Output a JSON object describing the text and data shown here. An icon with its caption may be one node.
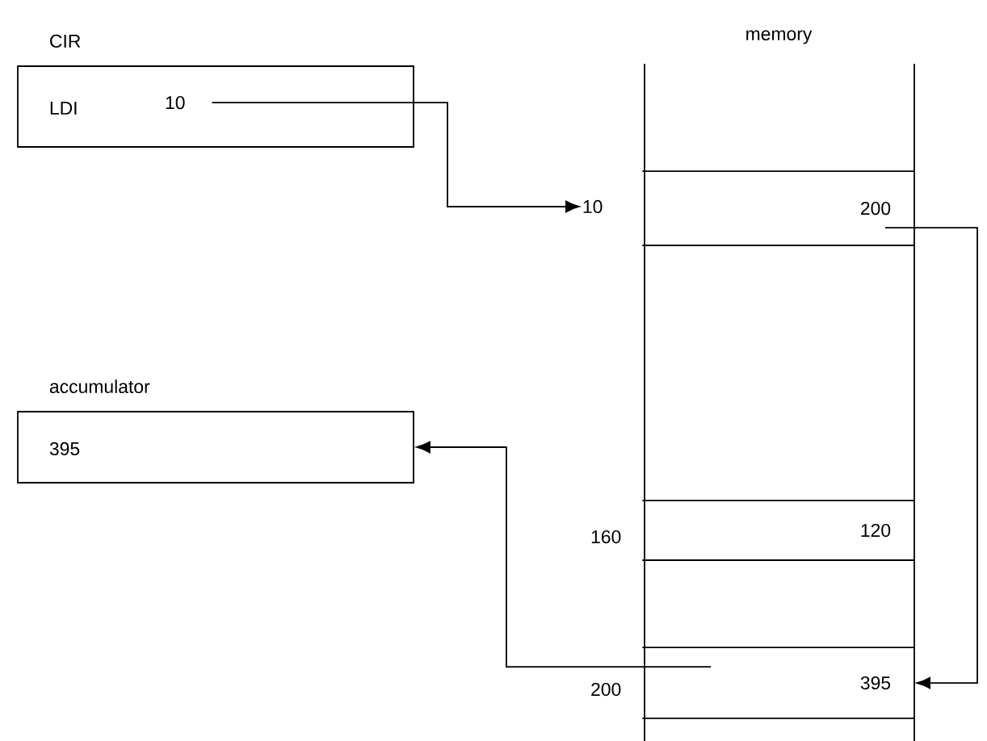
{
  "diagram": {
    "nodes": [
      {
        "text": [
          "CIR",
          "LDI"
        ]
      },
      {
        "text": [
          "10"
        ],
        "in": 0
      },
      {
        "text": [
          "10"
        ]
      },
      {
        "text": [
          "memory"
        ]
      },
      {
        "text": [
          "200"
        ],
        "in": 3
      },
      {
        "text": [
          "120"
        ],
        "in": 3,
        "beside": [
          "160"
        ]
      },
      {
        "text": [
          "395"
        ],
        "in": 3,
        "beside": [
          "200"
        ]
      },
      {
        "text": [
          "accumulator",
          "395"
        ]
      }
    ],
    "edges": [
      {
        "from": 1,
        "to": 2,
        "arrow": "to"
      },
      {
        "from": 4,
        "to": 6,
        "arrow": "to"
      },
      {
        "from": 6,
        "to": 7,
        "arrow": "to"
      }
    ]
  }
}
